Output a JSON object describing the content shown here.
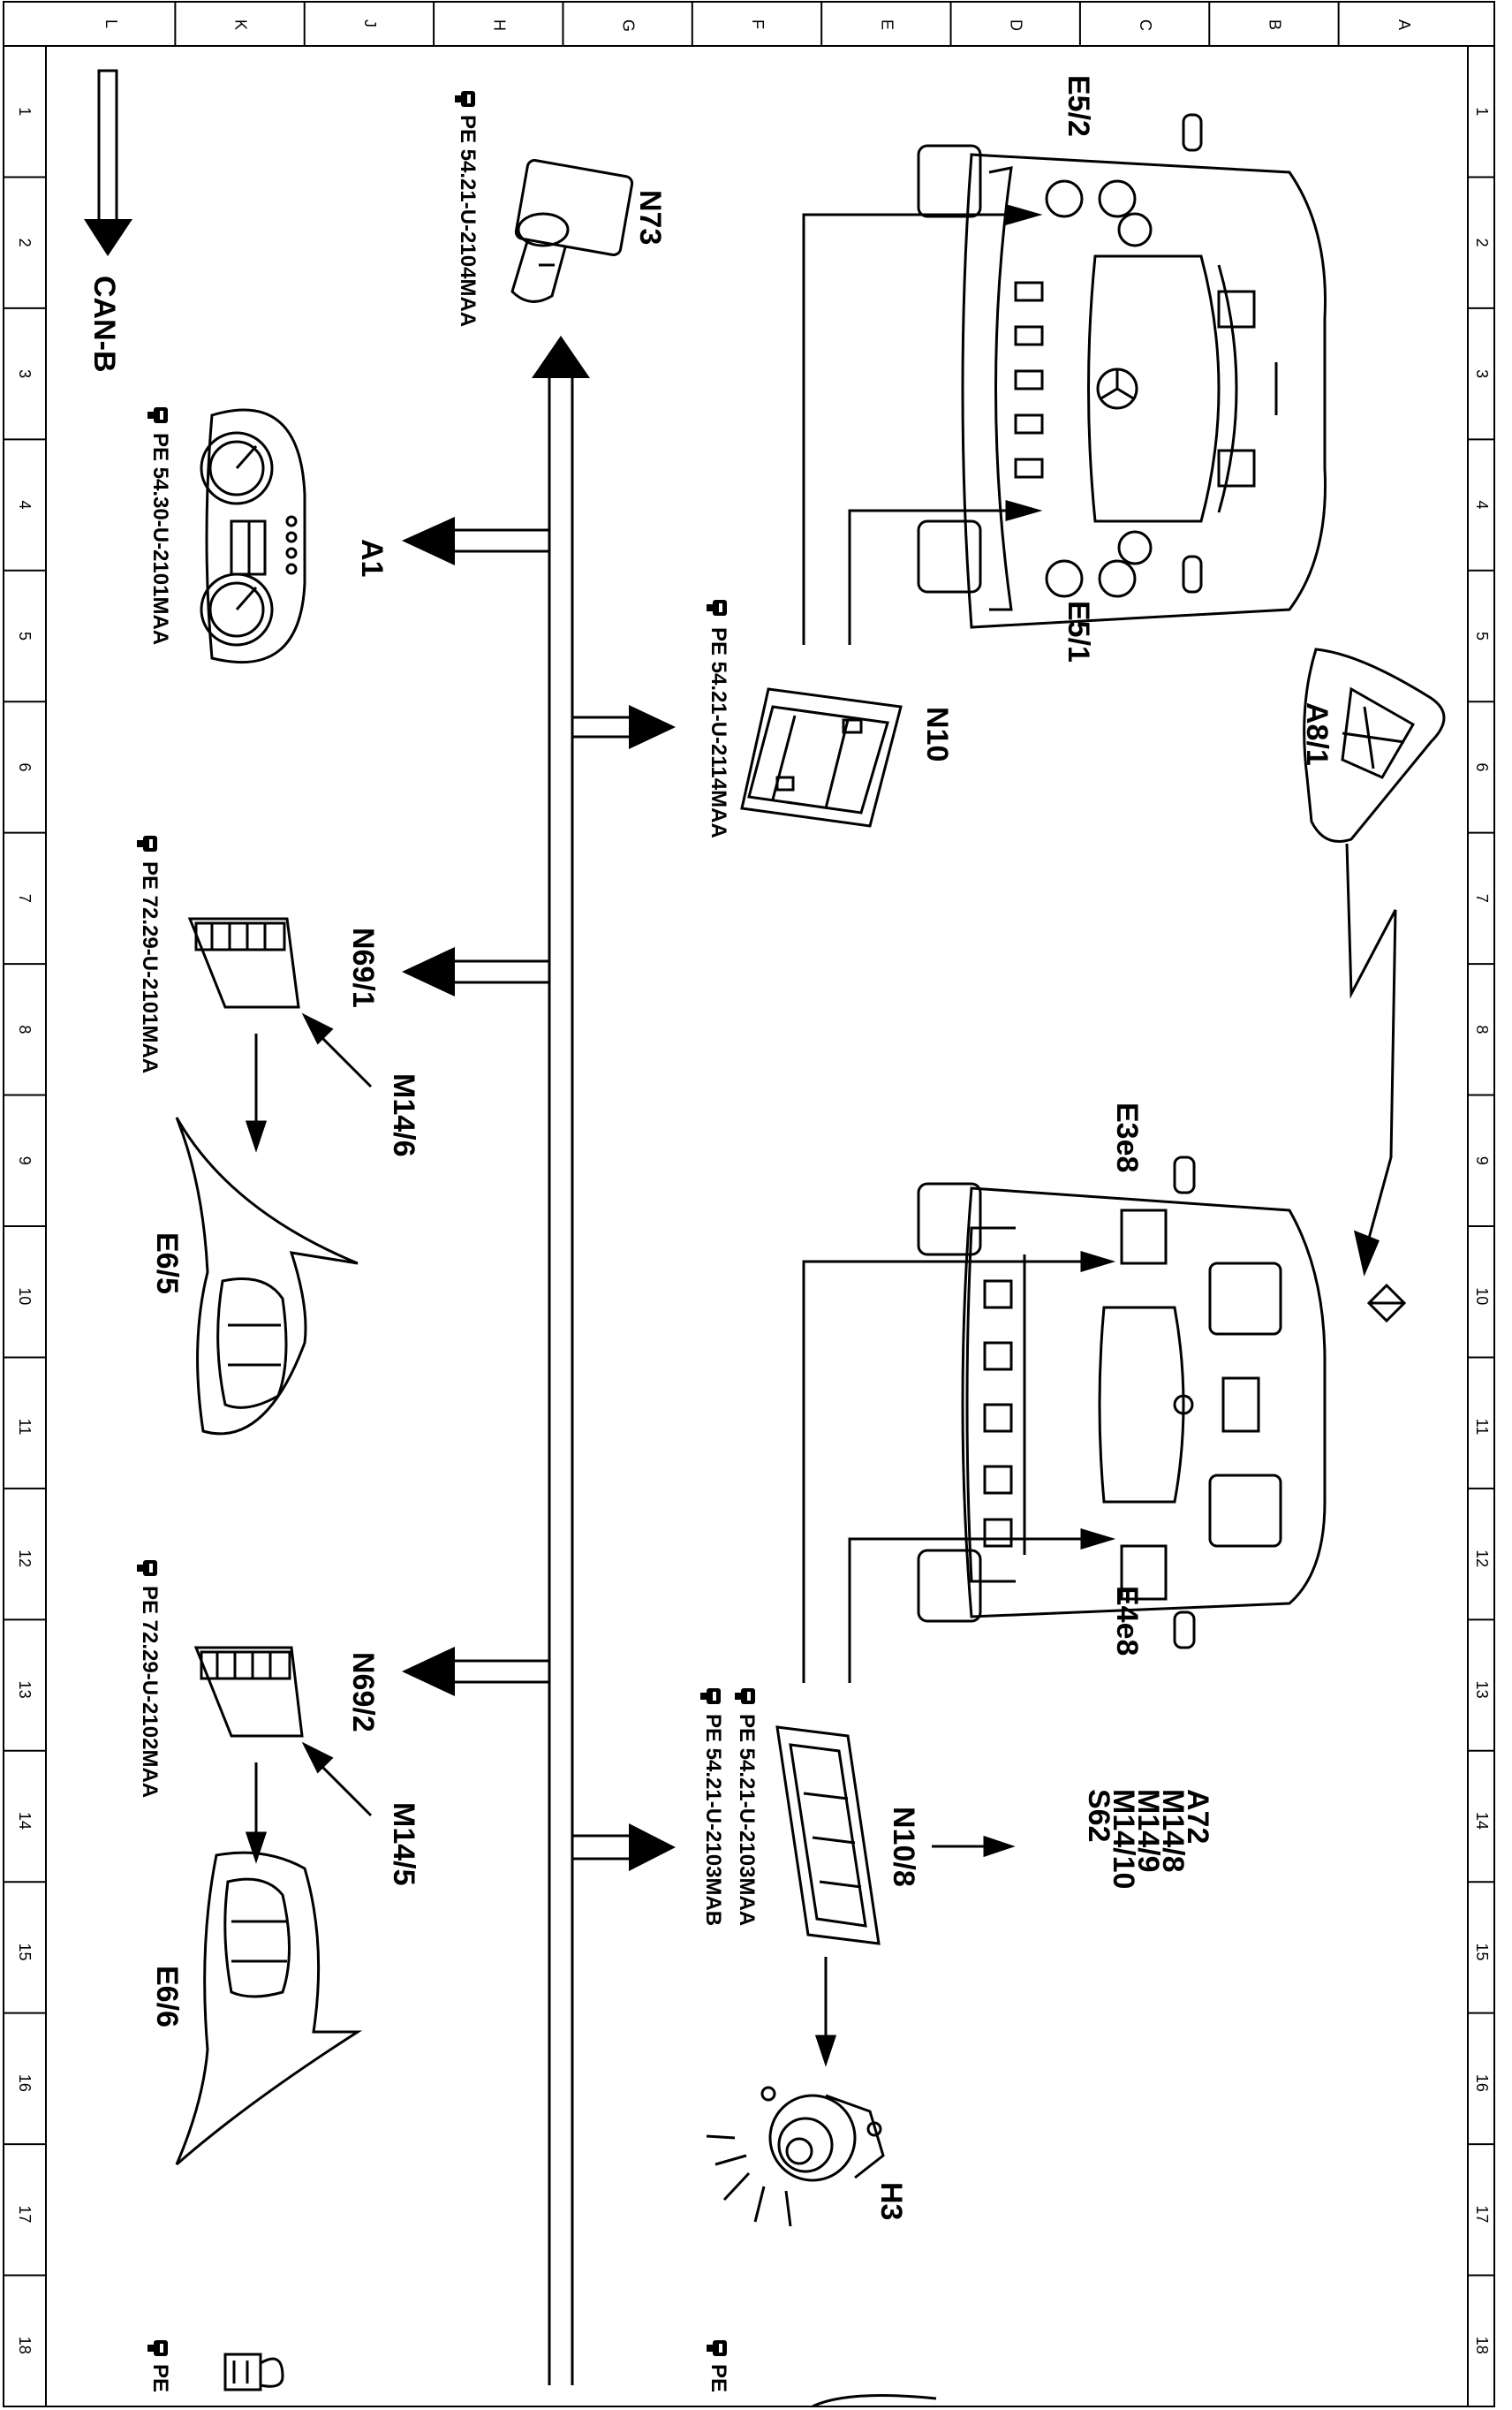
{
  "diagram": {
    "bus_label": "CAN-B",
    "grid_letters": [
      "L",
      "K",
      "J",
      "H",
      "G",
      "F",
      "E",
      "D",
      "C",
      "B",
      "A"
    ],
    "grid_numbers": [
      "1",
      "2",
      "3",
      "4",
      "5",
      "6",
      "7",
      "8",
      "9",
      "10",
      "11",
      "12",
      "13",
      "14",
      "15",
      "16",
      "17",
      "18"
    ],
    "components": {
      "n73": {
        "label": "N73",
        "ref": "PE 54.21-U-2104MAA"
      },
      "a1": {
        "label": "A1",
        "ref": "PE 54.30-U-2101MAA"
      },
      "n10": {
        "label": "N10",
        "ref": "PE 54.21-U-2114MAA"
      },
      "n69_1": {
        "label": "N69/1",
        "ref": "PE 72.29-U-2101MAA"
      },
      "m14_6": {
        "label": "M14/6"
      },
      "e6_5": {
        "label": "E6/5"
      },
      "n69_2": {
        "label": "N69/2",
        "ref": "PE 72.29-U-2102MAA"
      },
      "m14_5": {
        "label": "M14/5"
      },
      "e6_6": {
        "label": "E6/6"
      },
      "n10_8": {
        "label": "N10/8",
        "ref1": "PE 54.21-U-2103MAA",
        "ref2": "PE 54.21-U-2103MAB"
      },
      "h3": {
        "label": "H3"
      },
      "e5_2": {
        "label": "E5/2"
      },
      "e5_1": {
        "label": "E5/1"
      },
      "a8_1": {
        "label": "A8/1"
      },
      "e3e8": {
        "label": "E3e8"
      },
      "e4e8": {
        "label": "E4e8"
      },
      "n10_8_outputs": [
        "A72",
        "M14/8",
        "M14/9",
        "M14/10",
        "S62"
      ]
    },
    "footer": {
      "ref_left": "PE",
      "ref_mid": "PE"
    }
  }
}
